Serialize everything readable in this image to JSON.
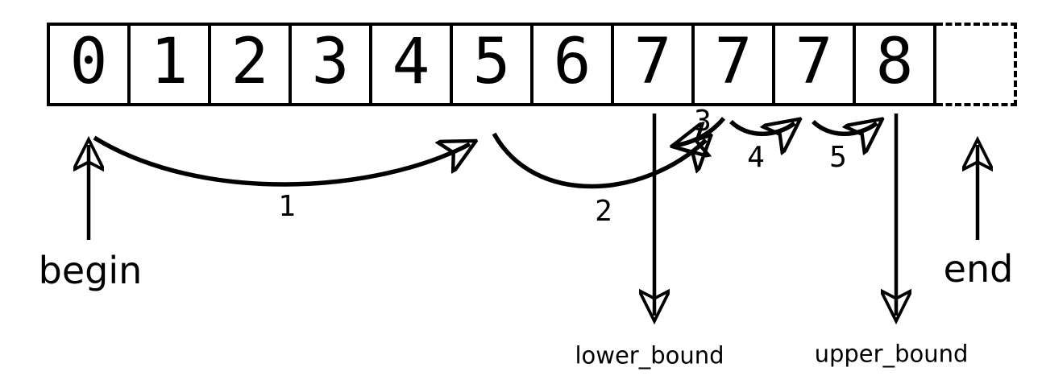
{
  "diagram": {
    "colors": {
      "foreground": "#000000",
      "background": "#ffffff"
    },
    "array": {
      "cells": [
        "0",
        "1",
        "2",
        "3",
        "4",
        "5",
        "6",
        "7",
        "7",
        "7",
        "8"
      ],
      "dashed_cell_value": ""
    },
    "step_labels": [
      "1",
      "2",
      "3",
      "4",
      "5"
    ],
    "pointer_labels": {
      "begin": "begin",
      "end": "end",
      "lower_bound": "lower_bound",
      "upper_bound": "upper_bound"
    }
  }
}
